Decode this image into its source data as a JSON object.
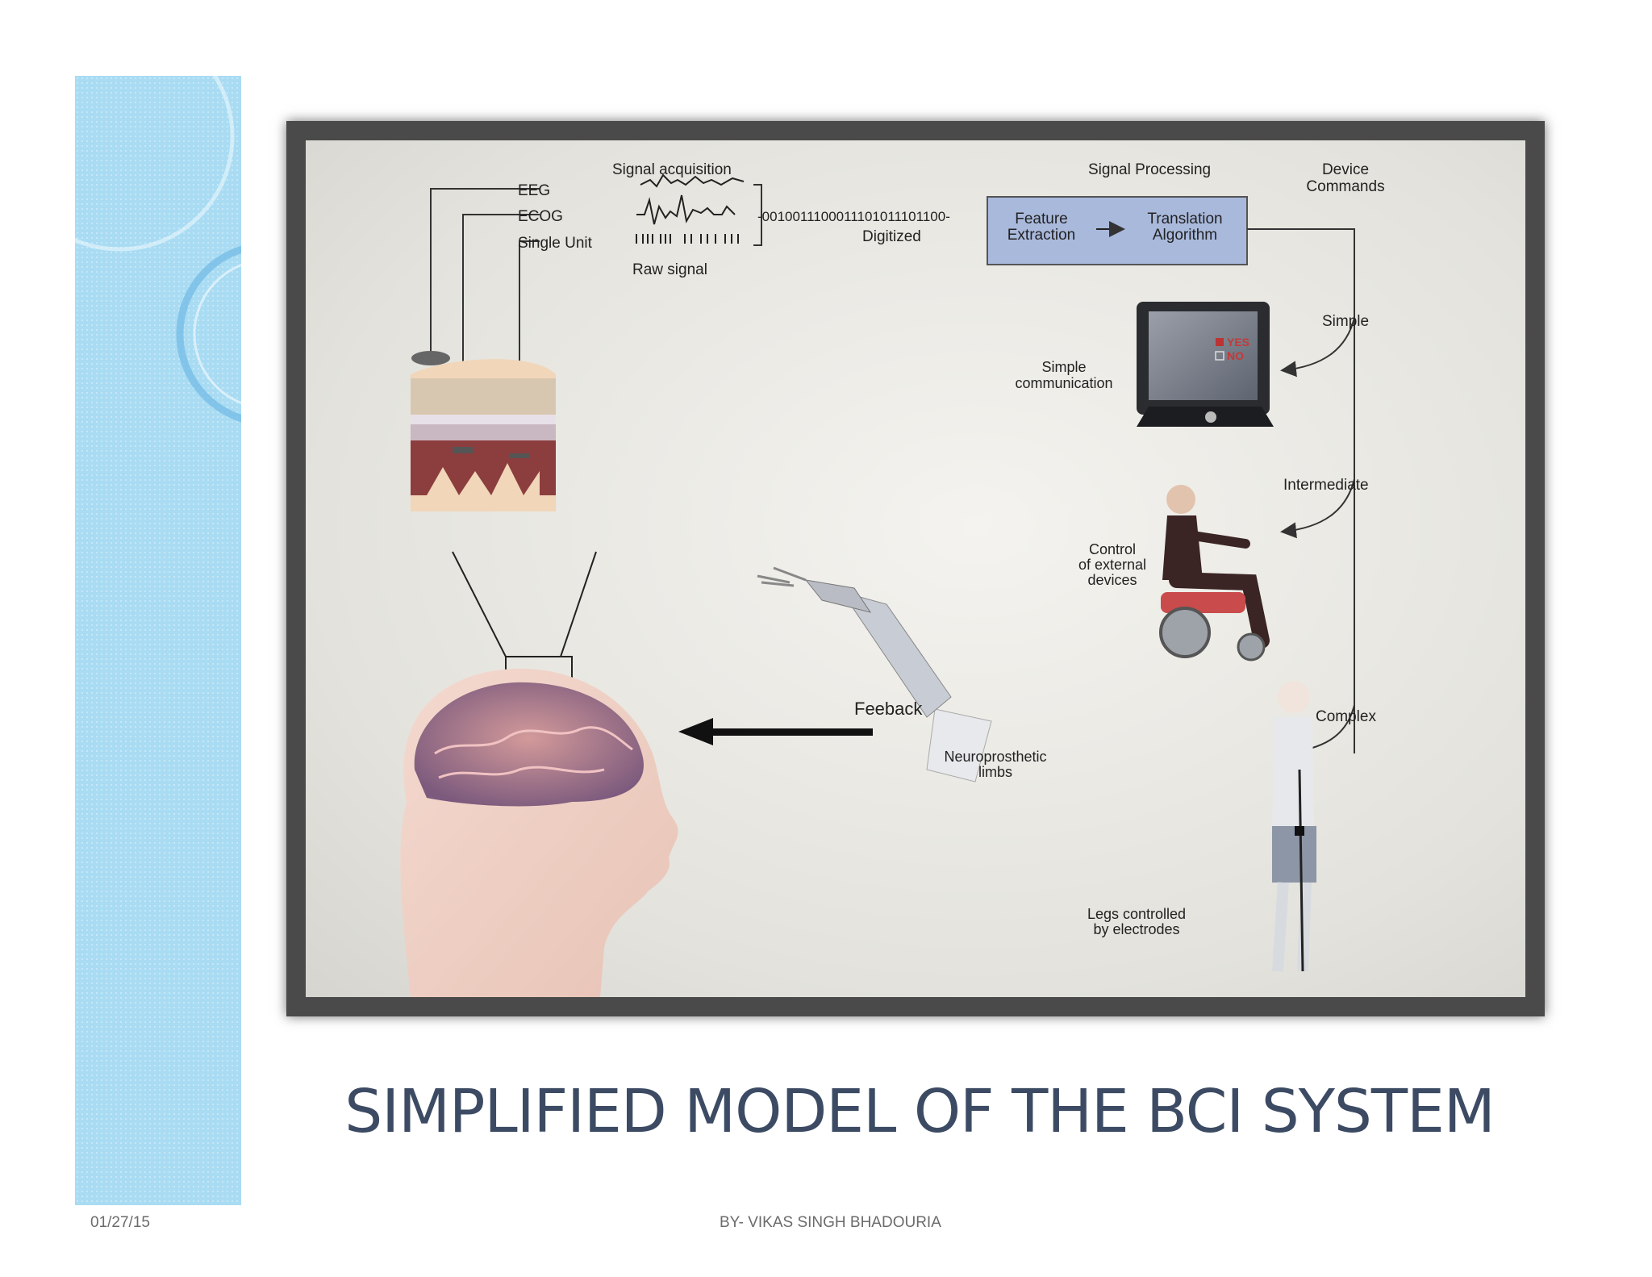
{
  "slide": {
    "title": "SIMPLIFIED MODEL OF THE BCI SYSTEM",
    "date": "01/27/15",
    "author": "BY- VIKAS SINGH BHADOURIA"
  },
  "diagram": {
    "signal_acquisition": "Signal acquisition",
    "eeg": "EEG",
    "ecog": "ECOG",
    "single_unit": "Single Unit",
    "raw_signal": "Raw signal",
    "binary": "-0010011100011101011101100-",
    "digitized": "Digitized",
    "signal_processing": "Signal Processing",
    "feature_extraction": [
      "Feature",
      "Extraction"
    ],
    "translation_algorithm": [
      "Translation",
      "Algorithm"
    ],
    "device_commands": [
      "Device",
      "Commands"
    ],
    "simple": "Simple",
    "intermediate": "Intermediate",
    "complex": "Complex",
    "simple_communication": [
      "Simple",
      "communication"
    ],
    "yes": "YES",
    "no": "NO",
    "control_devices": [
      "Control",
      "of external",
      "devices"
    ],
    "feedback": "Feeback",
    "neuroprosthetic": [
      "Neuroprosthetic",
      "limbs"
    ],
    "legs_controlled": [
      "Legs controlled",
      "by electrodes"
    ]
  },
  "colors": {
    "side_band": "#a9dcf3",
    "title_text": "#3c4b63",
    "processing_box": "#a9b9dc"
  }
}
